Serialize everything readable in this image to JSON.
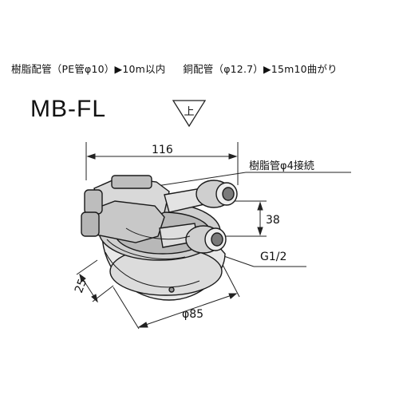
{
  "spec": {
    "resin_pipe": "樹脂配管（PE管φ10）",
    "resin_arrow": "▶10m以内",
    "copper_pipe": "銅配管（φ12.7）",
    "copper_arrow": "▶15m10曲がり"
  },
  "model": "MB-FL",
  "orientation_symbol": "上",
  "dimensions": {
    "width": "116",
    "resin_connection": "樹脂管φ4接続",
    "port_spacing": "38",
    "thread": "G1/2",
    "height": "25",
    "diameter": "φ85"
  }
}
